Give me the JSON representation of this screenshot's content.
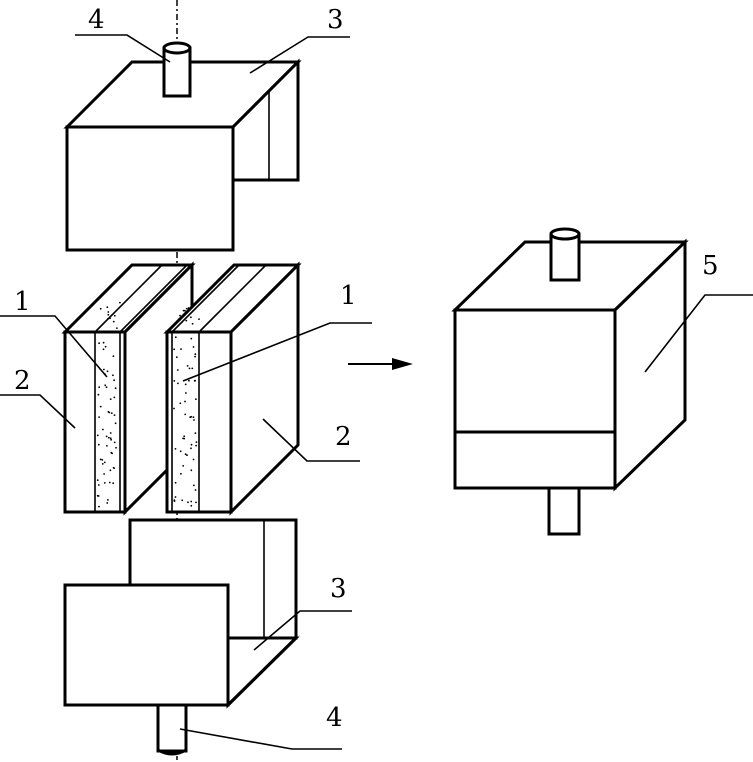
{
  "labels": {
    "top_rod": "4",
    "top_end_cap": "3",
    "left_insulation": "1",
    "right_insulation": "1",
    "left_panel": "2",
    "right_panel": "2",
    "bottom_end_cap": "3",
    "bottom_rod": "4",
    "assembled_unit": "5"
  },
  "colors": {
    "line": "#000000",
    "fill": "#ffffff"
  },
  "icons": {
    "assembly_arrow": "right-arrow-icon"
  }
}
